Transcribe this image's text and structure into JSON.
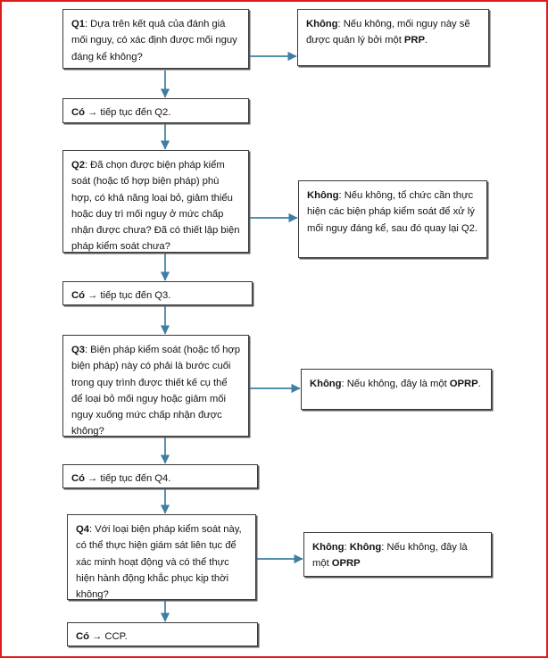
{
  "frame": {
    "border_color": "#e01b1b"
  },
  "connector": {
    "color": "#3d7fa3"
  },
  "flow": {
    "q1": {
      "label_bold": "Q1",
      "text": ": Dựa trên kết quả của đánh giá mối nguy, có xác định được mối nguy đáng kể không?"
    },
    "q1_no": {
      "label_bold": "Không",
      "text_before": ": Nếu không, mối nguy này sẽ được quản lý bởi một ",
      "bold_term": "PRP",
      "text_after": "."
    },
    "yes_q2": {
      "label_bold": "Có",
      "text": " → tiếp tục đến Q2."
    },
    "q2": {
      "label_bold": "Q2",
      "text": ": Đã chọn được biện pháp kiểm soát (hoặc tổ hợp biện pháp) phù hợp, có khả năng loại bỏ, giảm thiểu hoặc duy trì mối nguy ở mức chấp nhận được chưa? Đã có thiết lập biện pháp kiểm soát chưa?"
    },
    "q2_no": {
      "label_bold": "Không",
      "text_before": ": Nếu không, tổ chức cần thực hiện các biện pháp kiểm soát để xử lý mối nguy đáng kể, sau đó quay lại Q2.",
      "bold_term": "",
      "text_after": ""
    },
    "yes_q3": {
      "label_bold": "Có",
      "text": " → tiếp tục đến Q3."
    },
    "q3": {
      "label_bold": "Q3",
      "text": ": Biện pháp kiểm soát (hoặc tổ hợp biện pháp) này có phải là bước cuối trong quy trình được thiết kế cụ thể để loại bỏ mối nguy hoặc giảm mối nguy xuống mức chấp nhận được không?"
    },
    "q3_no": {
      "label_bold": "Không",
      "text_before": ": Nếu không, đây là một ",
      "bold_term": "OPRP",
      "text_after": "."
    },
    "yes_q4": {
      "label_bold": "Có",
      "text": " → tiếp tục đến Q4."
    },
    "q4": {
      "label_bold": "Q4",
      "text": ": Với loại biện pháp kiểm soát này, có thể thực hiện giám sát liên tục để xác minh hoạt động và có thể thực hiện hành động khắc phục kịp thời không?"
    },
    "q4_no": {
      "label_bold": "Không",
      "label_bold2": "Không",
      "text_before": ": Nếu không, đây là một ",
      "bold_term": "OPRP",
      "text_after": ""
    },
    "yes_ccp": {
      "label_bold": "Có",
      "text": " → CCP."
    }
  }
}
